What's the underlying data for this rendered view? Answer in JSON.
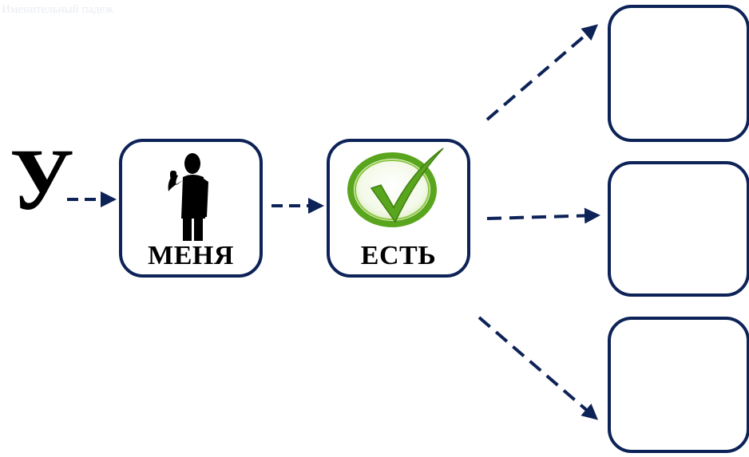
{
  "caption": "Именительный падеж",
  "start_letter": "У",
  "cards": {
    "menya": {
      "label": "МЕНЯ",
      "icon": "person-pointing-to-self-icon"
    },
    "est": {
      "label": "ЕСТЬ",
      "icon": "green-checkmark-icon"
    }
  },
  "answer_boxes": [
    {
      "label": ""
    },
    {
      "label": ""
    },
    {
      "label": ""
    }
  ],
  "colors": {
    "border": "#0d2257",
    "arrow": "#0d2257",
    "check_green": "#5aa51e",
    "caption": "#e9ecf2"
  }
}
